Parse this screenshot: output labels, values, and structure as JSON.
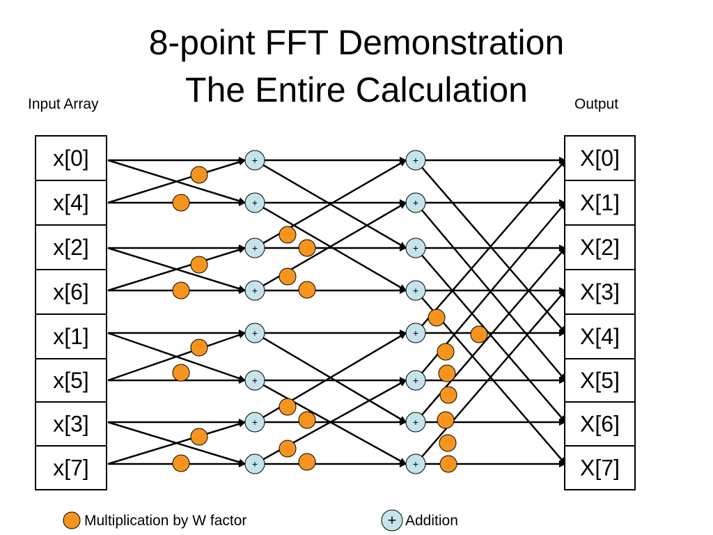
{
  "title_line1": "8-point FFT Demonstration",
  "title_line2": "The Entire Calculation",
  "input_caption": "Input Array",
  "output_caption": "Output",
  "inputs": [
    "x[0]",
    "x[4]",
    "x[2]",
    "x[6]",
    "x[1]",
    "x[5]",
    "x[3]",
    "x[7]"
  ],
  "outputs": [
    "X[0]",
    "X[1]",
    "X[2]",
    "X[3]",
    "X[4]",
    "X[5]",
    "X[6]",
    "X[7]"
  ],
  "plus_symbol": "+",
  "legend": {
    "multiply_label": "Multiplication by W factor",
    "add_label": "Addition",
    "add_symbol": "+"
  },
  "colors": {
    "multiplier_fill": "#f7941d",
    "adder_fill": "#c5e3ea",
    "line": "#000000"
  }
}
